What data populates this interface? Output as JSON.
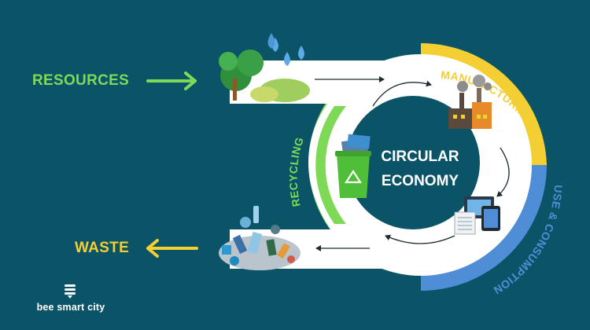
{
  "diagram": {
    "center_title_line1": "CIRCULAR",
    "center_title_line2": "ECONOMY",
    "stages": {
      "manufacturing": "MANUFACTURING",
      "use_consumption": "USE & CONSUMPTION",
      "recycling": "RECYCLING"
    },
    "inputs": {
      "resources": "RESOURCES"
    },
    "outputs": {
      "waste": "WASTE"
    }
  },
  "brand": {
    "name": "bee smart city",
    "logo_icon": "bee-smart-city-logo-icon"
  },
  "colors": {
    "background": "#0b5468",
    "ring_white": "#ffffff",
    "manufacturing": "#f4cf33",
    "use_consumption": "#4f8ed6",
    "recycling": "#7ed957",
    "resources_arrow": "#7ed957",
    "waste_arrow": "#f4cf33"
  }
}
